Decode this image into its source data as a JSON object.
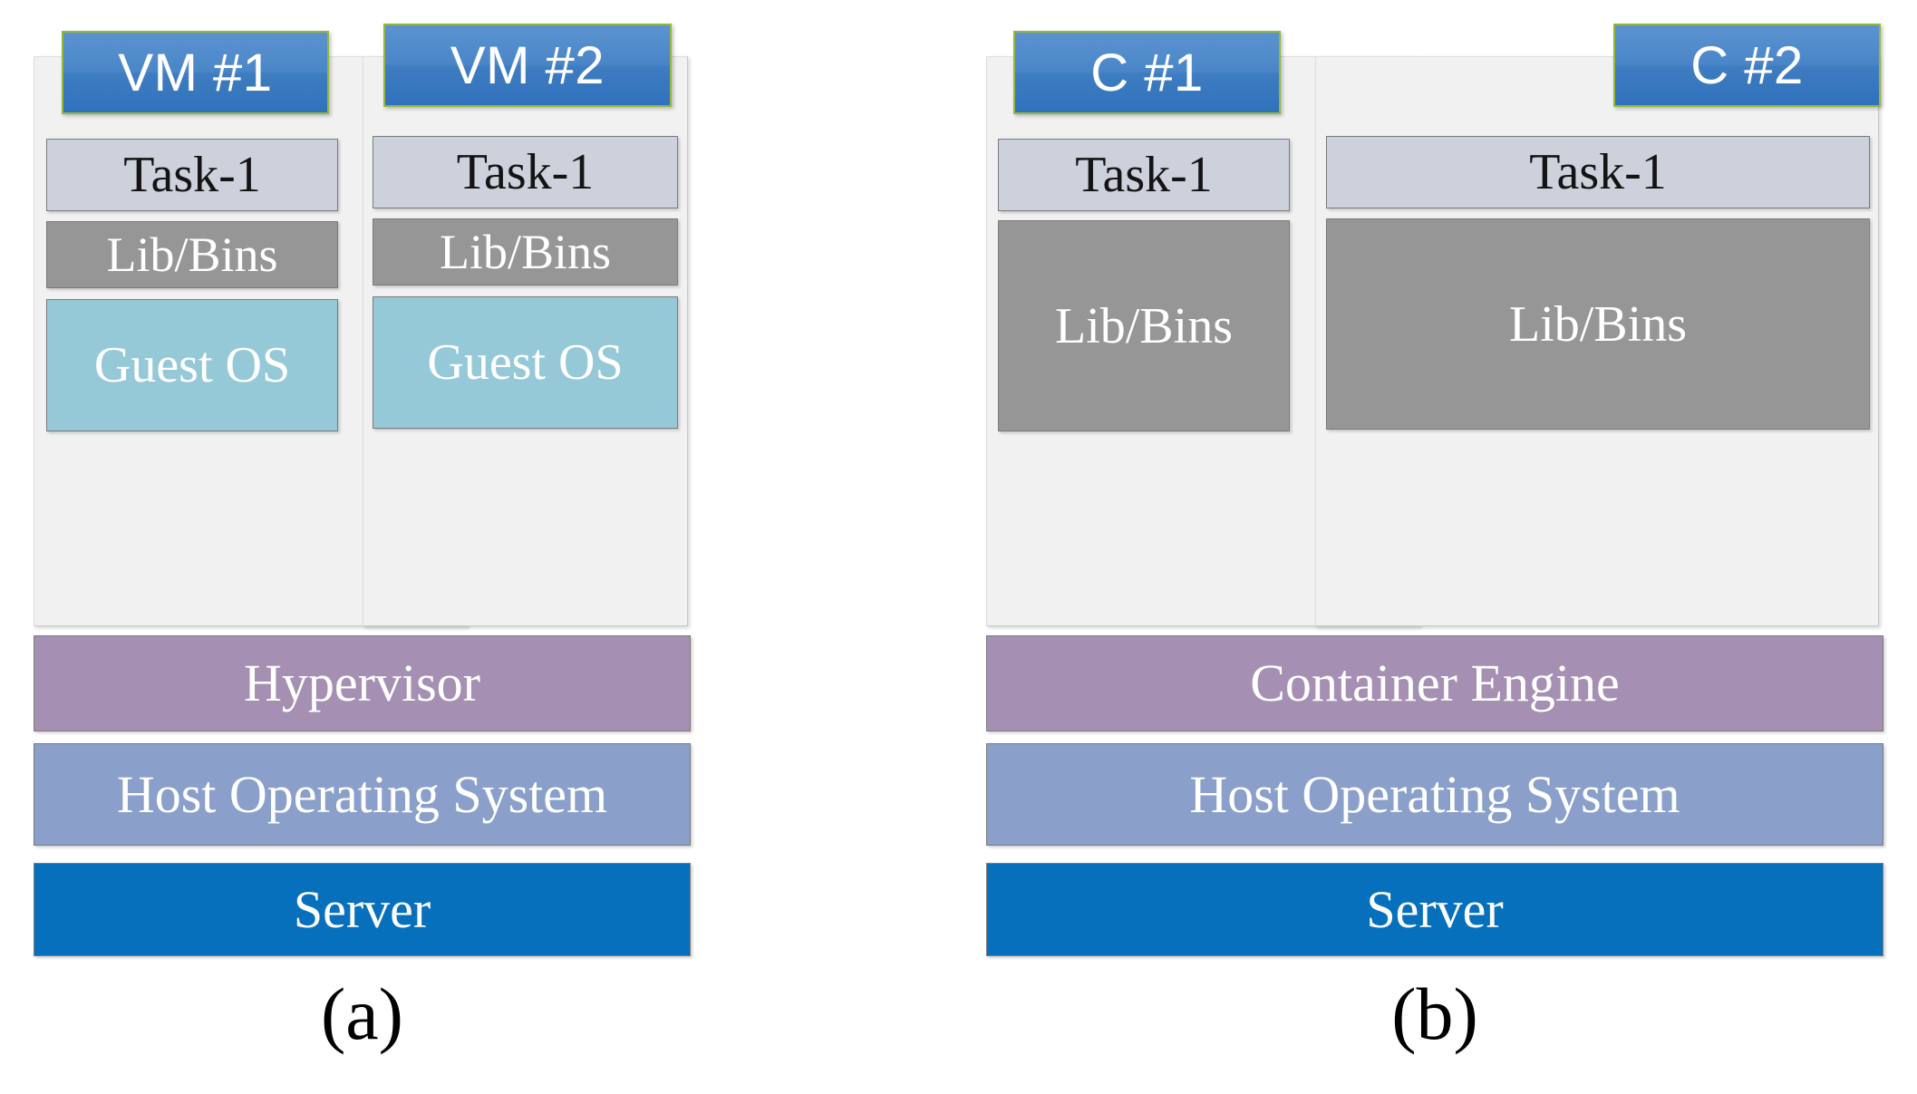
{
  "figure": {
    "panels": [
      {
        "id": "vm-architecture",
        "caption": "(a)",
        "stacks": [
          {
            "title": "VM #1",
            "layers": [
              {
                "label": "Task-1",
                "kind": "task"
              },
              {
                "label": "Lib/Bins",
                "kind": "libs"
              },
              {
                "label": "Guest OS",
                "kind": "guest"
              }
            ]
          },
          {
            "title": "VM #2",
            "layers": [
              {
                "label": "Task-1",
                "kind": "task"
              },
              {
                "label": "Lib/Bins",
                "kind": "libs"
              },
              {
                "label": "Guest OS",
                "kind": "guest"
              }
            ]
          }
        ],
        "base_layers": [
          {
            "label": "Hypervisor",
            "kind": "engine"
          },
          {
            "label": "Host Operating System",
            "kind": "hostos"
          },
          {
            "label": "Server",
            "kind": "server"
          }
        ]
      },
      {
        "id": "container-architecture",
        "caption": "(b)",
        "stacks": [
          {
            "title": "C #1",
            "layers": [
              {
                "label": "Task-1",
                "kind": "task"
              },
              {
                "label": "Lib/Bins",
                "kind": "libs"
              }
            ]
          },
          {
            "title": "C #2",
            "layers": [
              {
                "label": "Task-1",
                "kind": "task"
              },
              {
                "label": "Lib/Bins",
                "kind": "libs"
              }
            ]
          }
        ],
        "base_layers": [
          {
            "label": "Container Engine",
            "kind": "engine"
          },
          {
            "label": "Host Operating System",
            "kind": "hostos"
          },
          {
            "label": "Server",
            "kind": "server"
          }
        ]
      }
    ]
  },
  "colors": {
    "chip_fill": "#4a86c8",
    "chip_border": "#93b83c",
    "task_fill": "#ccd1dc",
    "libs_fill": "#969696",
    "guest_fill": "#96c9d8",
    "engine_fill": "#a590b4",
    "hostos_fill": "#8aa0ca",
    "server_fill": "#0770bd",
    "shell_fill": "#f1f1f1",
    "box_border": "#7a7a7a",
    "text_light": "#ffffff",
    "text_dark": "#141414"
  }
}
